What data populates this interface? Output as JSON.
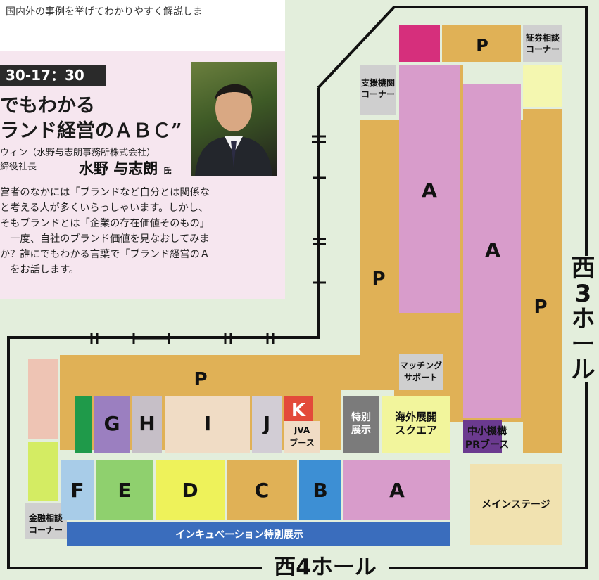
{
  "intro": {
    "text": "国内外の事例を挙げてわかりやすく解説しま"
  },
  "talk": {
    "time": "30-17：30",
    "title_line1": "でもわかる",
    "title_line2": "ランド経営のＡＢＣ”",
    "speaker_org": "ウィン（水野与志朗事務所株式会社）",
    "speaker_role": "締役社長",
    "speaker_name": "水野 与志朗",
    "speaker_honorific": "氏",
    "description": "営者のなかには「ブランドなど自分とは関係な\nと考える人が多くいらっしゃいます。しかし、\nそもブランドとは「企業の存在価値そのもの」\n　一度、自社のブランド価値を見なおしてみま\nか？誰にでもわかる言葉で「ブランド経営のＡ\n　をお話します。"
  },
  "halls": {
    "west3": "西\n3\nホ\nー\nル",
    "west4": "西4ホール"
  },
  "zones": {
    "A_left": "A",
    "A_right": "A",
    "A_bottom": "A",
    "B": "B",
    "C": "C",
    "D": "D",
    "E": "E",
    "F": "F",
    "G": "G",
    "H": "H",
    "I": "I",
    "J": "J",
    "K": "K",
    "P_top": "P",
    "P_center": "P",
    "P_right": "P",
    "P_bottom": "P"
  },
  "corners": {
    "securities": [
      "証券相談",
      "コーナー"
    ],
    "support": [
      "支援機関",
      "コーナー"
    ],
    "matching": [
      "マッチング",
      "サポート"
    ],
    "special": [
      "特別",
      "展示"
    ],
    "overseas": [
      "海外展開",
      "スクエア"
    ],
    "sme": [
      "中小機構",
      "PRブース"
    ],
    "jva": [
      "JVA",
      "ブース"
    ],
    "finance": [
      "金融相談",
      "コーナー"
    ],
    "main_stage": "メインステージ",
    "incubation": "インキュベーション特別展示"
  },
  "colors": {
    "background": "#e3eedc",
    "pink_area": "#d89ccb",
    "ochre_area": "#e0b156",
    "magenta": "#d62f7c",
    "grey": "#cfcfcf",
    "light_yellow": "#f4f7b0",
    "green_stripe": "#1f9a4a",
    "purple_g": "#9b7fc0",
    "grey_h": "#c6bfc7",
    "beige_i": "#f0dcc5",
    "grey_j": "#d2cdd5",
    "red_k": "#e34a3a",
    "dark_grey": "#7b7b7b",
    "yellow_overseas": "#f2f59c",
    "dark_purple": "#6b3a8f",
    "peach": "#eec4b4",
    "lime": "#d4ec63",
    "light_blue_f": "#a8cce8",
    "green_e": "#8fd06e",
    "yellow_d": "#eef25a",
    "ochre_c": "#e0b156",
    "blue_b": "#3d8fd4",
    "pink_a": "#d89ccb",
    "main_stage": "#f1e2b0",
    "incubation": "#3a6dbd"
  },
  "icons": {
    "door": "door-marker-icon"
  }
}
